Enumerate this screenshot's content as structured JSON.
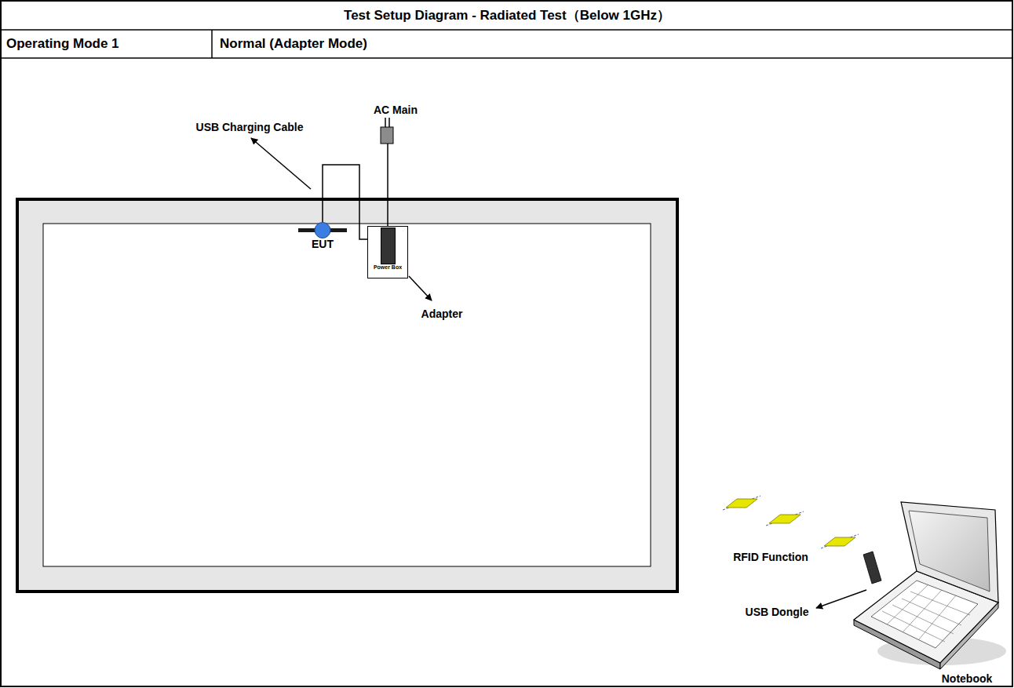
{
  "diagram": {
    "title": "Test Setup Diagram - Radiated Test（Below 1GHz）",
    "nodes": [
      {
        "text": [
          "EUT"
        ]
      },
      {
        "text": [
          "Power Box"
        ]
      }
    ],
    "edges": [
      {
        "from": 0,
        "to": 1,
        "arrow": "none"
      }
    ],
    "labels": [
      "Operating Mode 1",
      "Normal (Adapter Mode)",
      "AC Main",
      "USB Charging Cable",
      "Adapter",
      "RFID Function",
      "USB Dongle",
      "Notebook"
    ]
  }
}
